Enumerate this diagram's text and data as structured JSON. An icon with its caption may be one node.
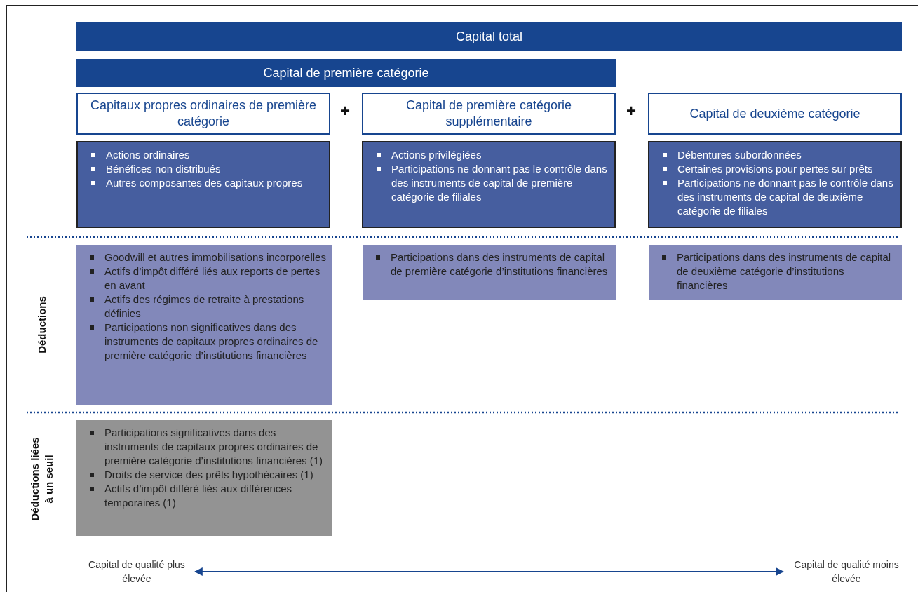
{
  "diagram": {
    "nodes": [
      {
        "text": [
          "Capital total"
        ]
      },
      {
        "text": [
          "Capital de première catégorie"
        ]
      },
      {
        "text": [
          "Capitaux propres ordinaires de première catégorie"
        ]
      },
      {
        "text": [
          "Capital de première catégorie supplémentaire"
        ]
      },
      {
        "text": [
          "Capital de deuxième catégorie"
        ]
      },
      {
        "text": [
          "Actions ordinaires",
          "Bénéfices non distribués",
          "Autres composantes des capitaux propres"
        ]
      },
      {
        "text": [
          "Actions privilégiées",
          "Participations ne donnant pas le contrôle dans des instruments de capital de première catégorie de filiales"
        ]
      },
      {
        "text": [
          "Débentures subordonnées",
          "Certaines provisions pour pertes sur prêts",
          "Participations ne donnant pas le contrôle dans des instruments de capital de deuxième catégorie de filiales"
        ]
      },
      {
        "text": [
          "Goodwill et autres immobilisations incorporelles",
          "Actifs d’impôt différé liés aux reports de pertes en avant",
          "Actifs des régimes de retraite à prestations définies",
          "Participations non significatives dans des instruments de capitaux propres ordinaires de première catégorie d’institutions financières"
        ]
      },
      {
        "text": [
          "Participations dans des instruments de capital de première catégorie d’institutions financières"
        ]
      },
      {
        "text": [
          "Participations dans des instruments de capital de deuxième catégorie d’institutions financières"
        ]
      },
      {
        "text": [
          "Participations significatives dans des instruments de capitaux propres ordinaires de première catégorie d’institutions financières (1)",
          "Droits de service des prêts hypothécaires (1)",
          "Actifs d’impôt différé liés aux différences temporaires (1)"
        ]
      },
      {
        "text": [
          "Capital de qualité plus élevée"
        ]
      },
      {
        "text": [
          "Capital de qualité moins élevée"
        ]
      }
    ],
    "edges": [
      {
        "from": 12,
        "to": 13,
        "arrow": "both"
      }
    ],
    "labels": [
      "+",
      "+",
      "Déductions",
      "Déductions liées à un seuil"
    ]
  }
}
